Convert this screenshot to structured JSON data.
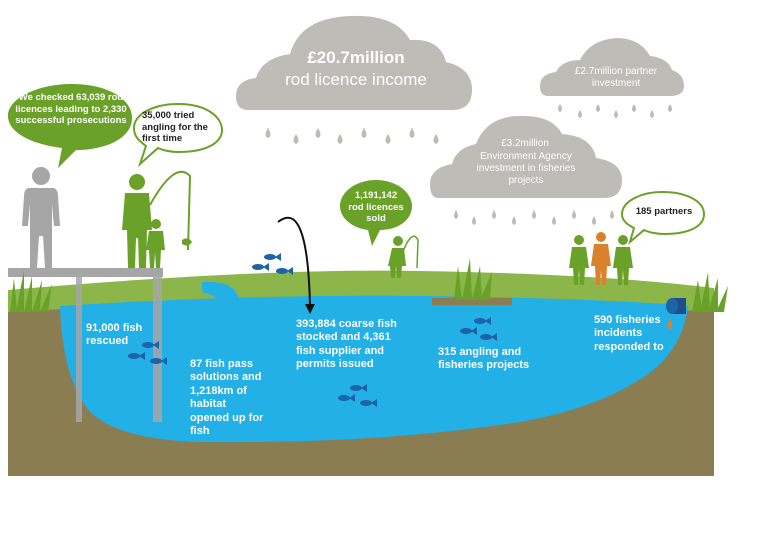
{
  "colors": {
    "water": "#22b0e6",
    "soil": "#8a7d52",
    "grass": "#8db64a",
    "green_figure": "#6aa128",
    "grey_figure": "#a6a6a6",
    "cloud": "#bdbcb7",
    "orange_figure": "#d9822b",
    "fish": "#1c63a8",
    "white": "#ffffff"
  },
  "icons": [
    "person-icon",
    "fishing-person-icon",
    "fish-icon",
    "cloud-icon",
    "raindrop-icon",
    "speech-bubble-icon",
    "pipe-icon"
  ],
  "clouds": {
    "income": {
      "amount": "£20.7million",
      "label": "rod licence income"
    },
    "partner": {
      "text": "£2.7million partner investment"
    },
    "agency": {
      "amount": "£3.2million",
      "label": "Environment Agency investment in fisheries projects"
    }
  },
  "bubbles": {
    "checked": "We checked 63,039 rod licences leading to 2,330 successful prosecutions",
    "tried": "35,000 tried angling for the first time",
    "sold": "1,191,142 rod licences sold",
    "partners": "185 partners"
  },
  "lake": {
    "rescued": "91,000 fish rescued",
    "fish_pass": "87 fish pass solutions and 1,218km of habitat opened up for fish",
    "stocked": "393,884 coarse fish stocked and 4,361 fish supplier and permits issued",
    "projects": "315 angling and fisheries projects",
    "incidents": "590 fisheries incidents responded to"
  }
}
